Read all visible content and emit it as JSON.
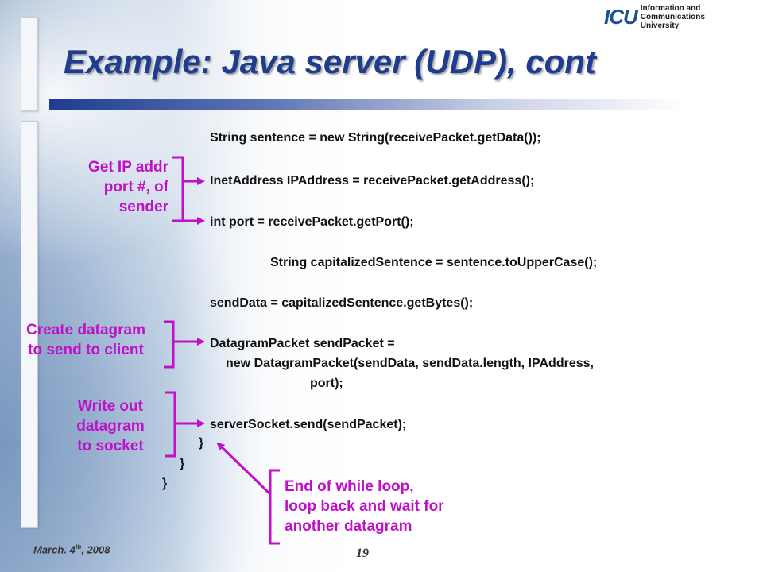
{
  "header": {
    "logo_mark": "ICU",
    "logo_line1": "Information and Communications",
    "logo_line2": "University",
    "title": "Example: Java server (UDP), cont"
  },
  "code_lines": [
    "String sentence = new String(receivePacket.getData());",
    "InetAddress IPAddress = receivePacket.getAddress();",
    "int port = receivePacket.getPort();",
    "String capitalizedSentence = sentence.toUpperCase();",
    "sendData = capitalizedSentence.getBytes();",
    "DatagramPacket sendPacket =",
    "new DatagramPacket(sendData, sendData.length, IPAddress,",
    "port);",
    "serverSocket.send(sendPacket);",
    "}",
    "}",
    "}"
  ],
  "annotations": {
    "get_ip": [
      "Get IP addr",
      "port #, of",
      "sender"
    ],
    "create_datagram": [
      "Create datagram",
      "to send to client"
    ],
    "write_out": [
      "Write out",
      "datagram",
      "to socket"
    ],
    "end_loop": [
      "End of while loop,",
      "loop back and wait for",
      "another datagram"
    ]
  },
  "footer": {
    "date_prefix": "March. 4",
    "date_sup": "th",
    "date_suffix": ", 2008",
    "page_number": "19"
  },
  "colors": {
    "title": "#1f3c8f",
    "annotation": "#c010c8",
    "code": "#111111"
  }
}
